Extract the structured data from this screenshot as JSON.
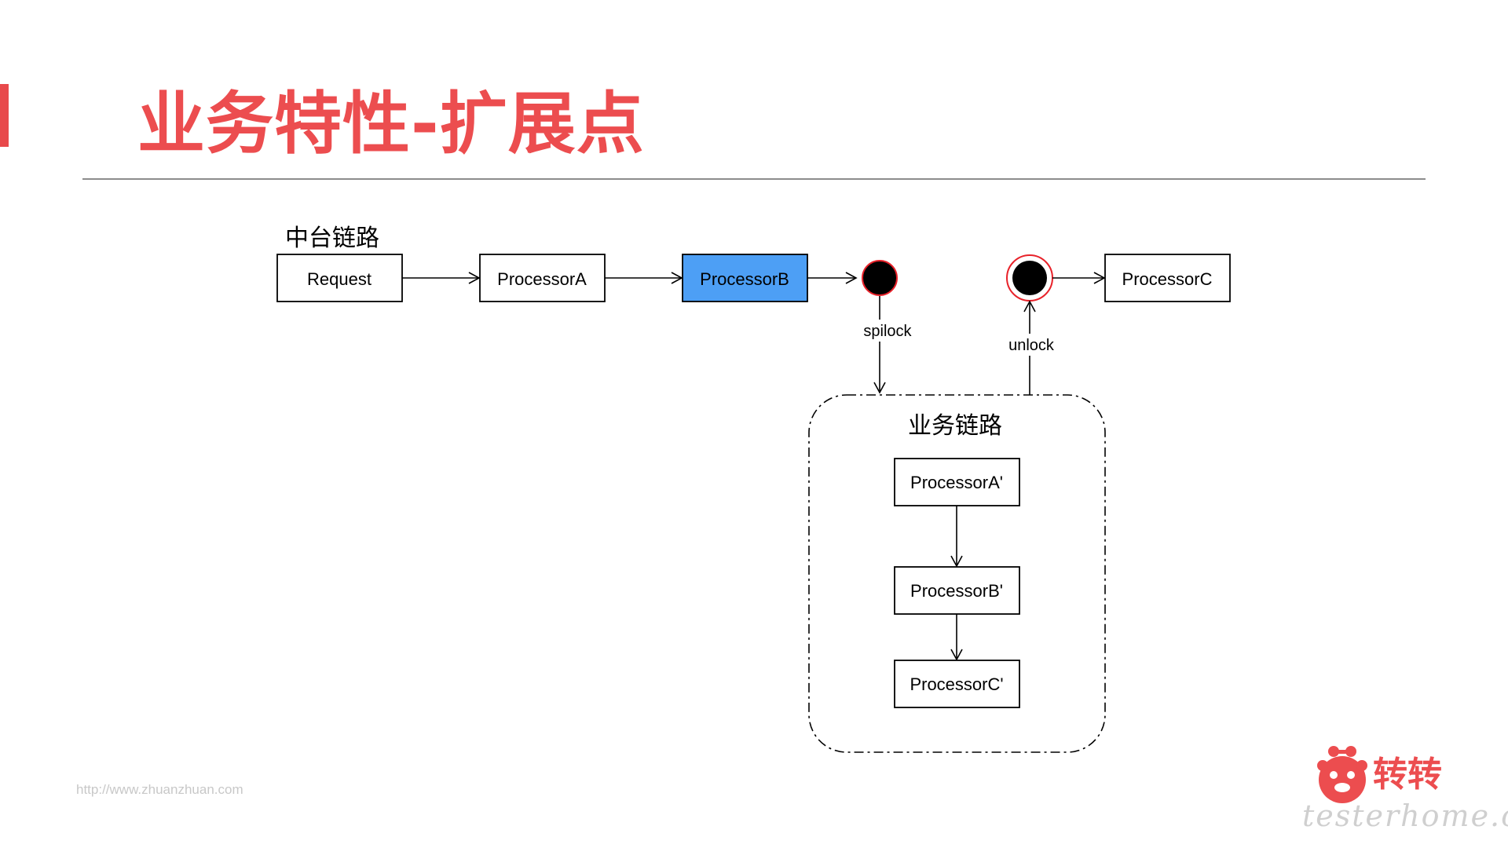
{
  "slide": {
    "title": "业务特性-扩展点",
    "footer_url": "http://www.zhuanzhuan.com",
    "brand_name": "转转",
    "watermark": "testerhome.com"
  },
  "diagram": {
    "main_chain": {
      "label": "中台链路",
      "nodes": [
        "Request",
        "ProcessorA",
        "ProcessorB",
        "ProcessorC"
      ]
    },
    "edges": {
      "lock_label": "spilock",
      "unlock_label": "unlock"
    },
    "business_chain": {
      "label": "业务链路",
      "nodes": [
        "ProcessorA'",
        "ProcessorB'",
        "ProcessorC'"
      ]
    },
    "colors": {
      "highlight": "#4d9ff5",
      "title": "#ec4d4f"
    }
  }
}
